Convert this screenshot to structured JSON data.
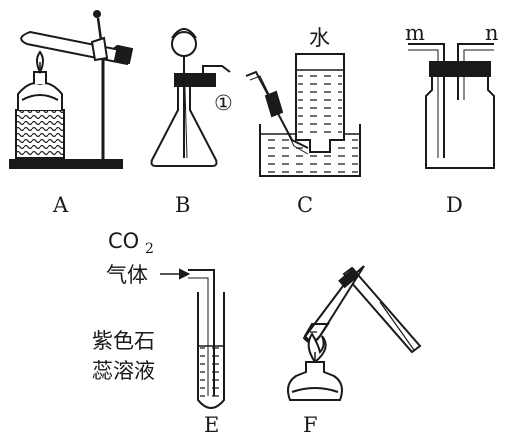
{
  "labels": {
    "a": "A",
    "b": "B",
    "c": "C",
    "d": "D",
    "e": "E",
    "f": "F",
    "circle_one": "①",
    "water": "水",
    "m": "m",
    "n": "n",
    "co2": "CO",
    "co2_sub": "2",
    "gas": "气体",
    "litmus_line1": "紫色石",
    "litmus_line2": "蕊溶液"
  }
}
